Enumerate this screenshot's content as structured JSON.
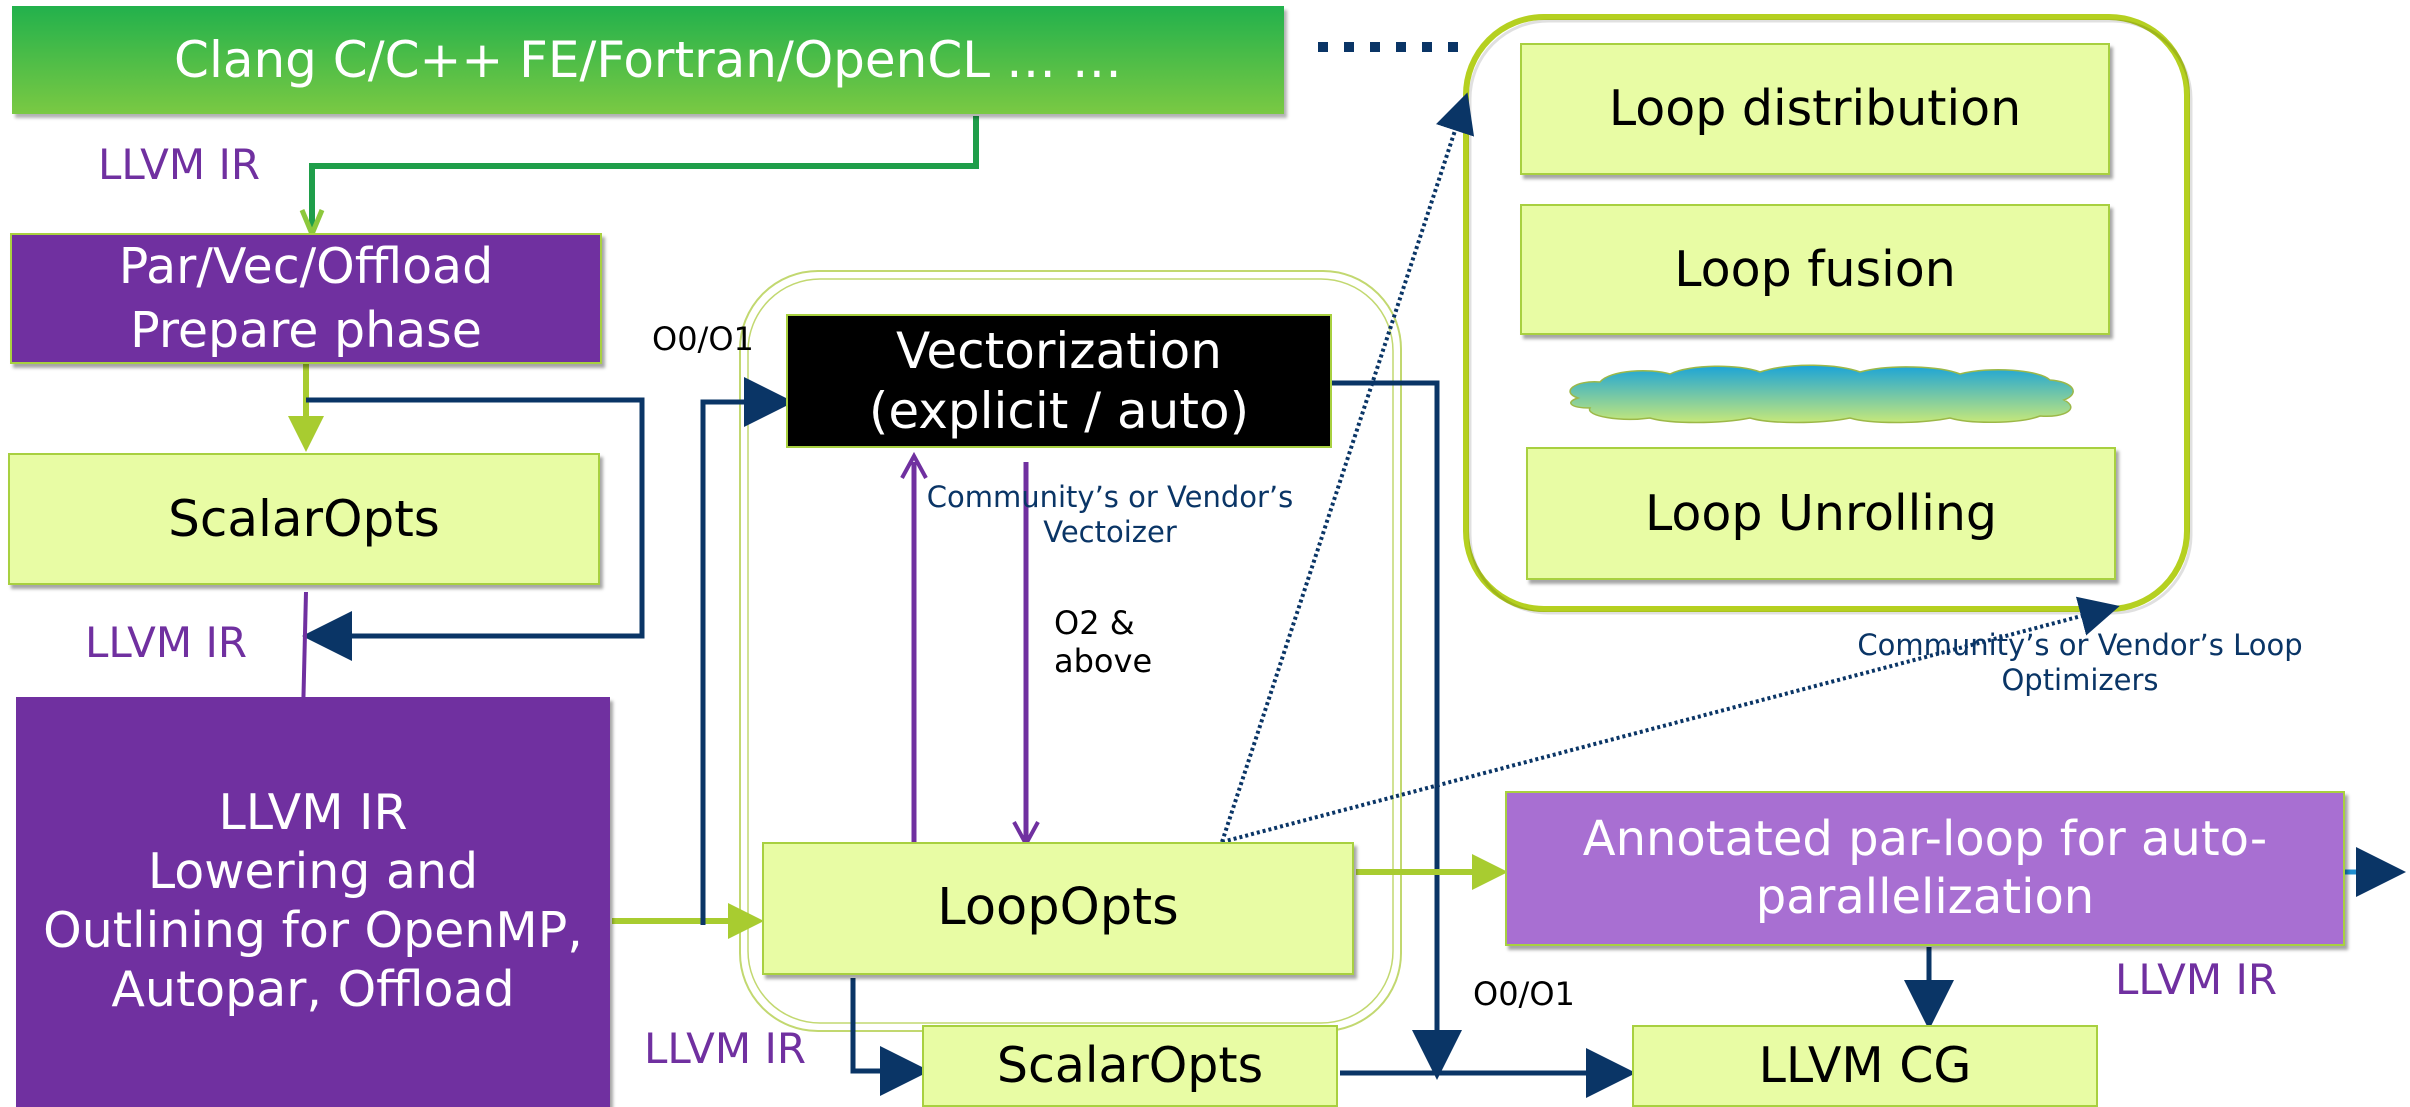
{
  "colors": {
    "lime_fill": "#e8fca4",
    "lime_border": "#a8d040",
    "purple_fill": "#7030a0",
    "light_purple_fill": "#a86fd2",
    "black_fill": "#000000",
    "navy_wire": "#0a3566",
    "green_header_top": "#22b14c",
    "green_header_bottom": "#7ac943",
    "text_purple": "#7030a0",
    "text_navy": "#0a3566"
  },
  "header": {
    "label": "Clang C/C++ FE/Fortran/OpenCL … …"
  },
  "boxes": {
    "prepare_line1": "Par/Vec/Offload",
    "prepare_line2": "Prepare phase",
    "scalaropts_top": "ScalarOpts",
    "lowering_line1": "LLVM IR",
    "lowering_line2": "Lowering and",
    "lowering_line3": "Outlining for OpenMP,",
    "lowering_line4": "Autopar, Offload",
    "vectorization_line1": "Vectorization",
    "vectorization_line2": "(explicit / auto)",
    "loopopts": "LoopOpts",
    "scalaropts_bottom": "ScalarOpts",
    "annotated_line1": "Annotated par-loop for auto-",
    "annotated_line2": "parallelization",
    "llvm_cg": "LLVM CG"
  },
  "loop_optimizers": {
    "items": [
      "Loop distribution",
      "Loop fusion",
      "Loop Unrolling"
    ]
  },
  "labels": {
    "llvm_ir_1": "LLVM IR",
    "llvm_ir_2": "LLVM IR",
    "llvm_ir_3": "LLVM IR",
    "llvm_ir_4": "LLVM IR",
    "o0o1_top": "O0/O1",
    "o0o1_bottom": "O0/O1",
    "o2_line1": "O2 &",
    "o2_line2": "above",
    "vectorizer_line1": "Community’s or Vendor’s",
    "vectorizer_line2": "Vectoizer",
    "loopopt_line1": "Community’s or Vendor’s Loop",
    "loopopt_line2": "Optimizers"
  }
}
